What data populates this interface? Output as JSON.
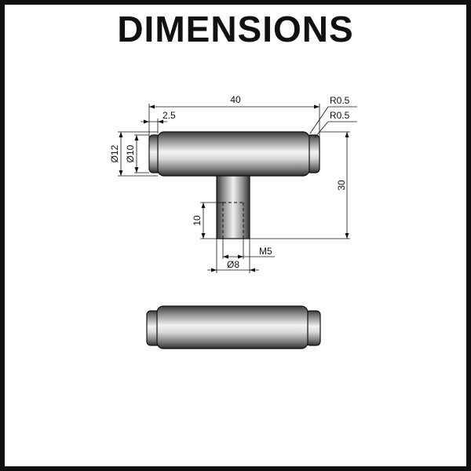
{
  "title": "DIMENSIONS",
  "dimensions": {
    "overall_length": "40",
    "end_step": "2.5",
    "corner_radius_1": "R0.5",
    "corner_radius_2": "R0.5",
    "outer_diameter": "Ø12",
    "inner_diameter": "Ø10",
    "height": "30",
    "thread_depth": "10",
    "thread": "M5",
    "stem_diameter": "Ø8"
  }
}
